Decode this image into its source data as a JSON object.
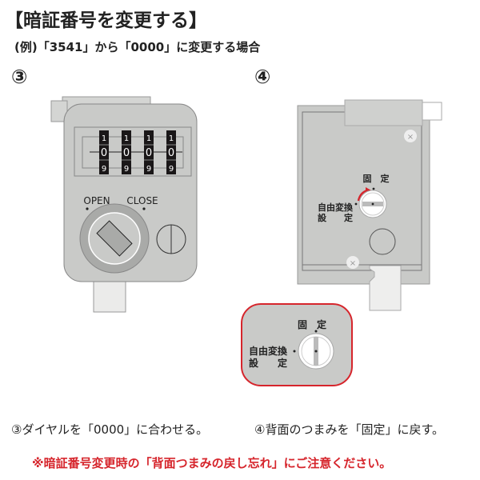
{
  "title": "【暗証番号を変更する】",
  "subtitle": "(例)「3541」から「0000」に変更する場合",
  "steps": {
    "step3": "③",
    "step4": "④"
  },
  "lock": {
    "digits_top": [
      "1",
      "1",
      "1",
      "1"
    ],
    "digits_mid": [
      "0",
      "0",
      "0",
      "0"
    ],
    "digits_bottom": [
      "9",
      "9",
      "9",
      "9"
    ],
    "open_label": "OPEN",
    "close_label": "CLOSE"
  },
  "back_panel": {
    "fixed_label": "固　定",
    "free_label_line1": "自由変換",
    "free_label_line2": "設　　定"
  },
  "captions": {
    "step3": "③ダイヤルを「0000」に合わせる。",
    "step4": "④背面のつまみを「固定」に戻す。"
  },
  "warning": "※暗証番号変更時の「背面つまみの戻し忘れ」にご注意ください。",
  "colors": {
    "accent_red": "#d6252c",
    "body_gray": "#c9cac8"
  }
}
